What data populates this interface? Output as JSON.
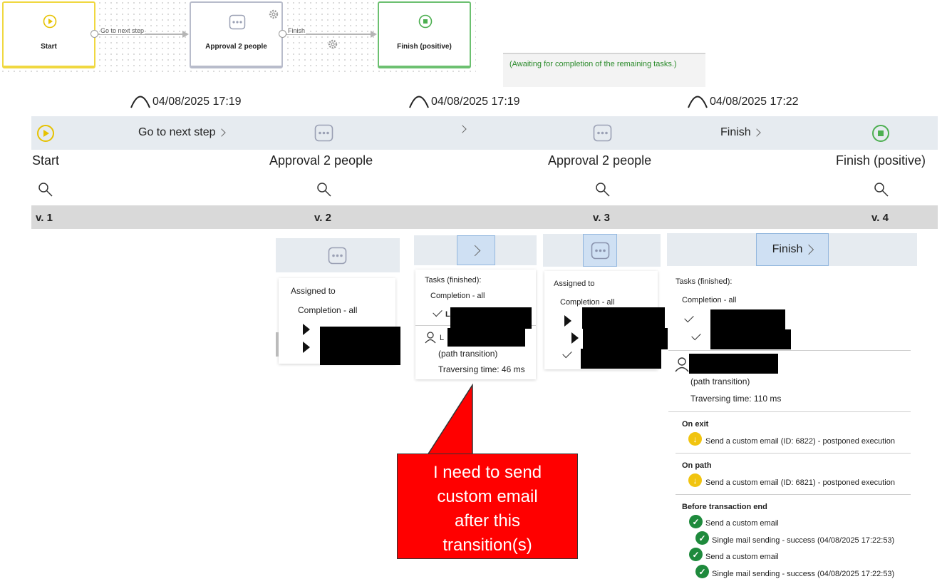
{
  "diagram": {
    "nodes": {
      "start": "Start",
      "approval": "Approval 2 people",
      "finish": "Finish (positive)"
    },
    "connectors": {
      "go_next": "Go to next step",
      "finish": "Finish"
    },
    "colors": {
      "start": "#f0d840",
      "approval": "#b8bccb",
      "finish": "#6cc070"
    }
  },
  "awaiting_message": "(Awaiting for completion of the remaining tasks.)",
  "history": {
    "timestamps": [
      "04/08/2025 17:19",
      "04/08/2025 17:19",
      "04/08/2025 17:22"
    ],
    "transitions": [
      "Go to next step",
      "",
      "Finish"
    ],
    "steps": [
      "Start",
      "Approval 2 people",
      "Approval 2 people",
      "Finish (positive)"
    ],
    "versions": [
      "v. 1",
      "v. 2",
      "v. 3",
      "v. 4"
    ]
  },
  "panel_approval1": {
    "assigned_to": "Assigned to",
    "completion": "Completion - all"
  },
  "panel_trans1": {
    "tasks_finished": "Tasks (finished):",
    "completion": "Completion - all",
    "path_transition": "(path transition)",
    "traversing": "Traversing time: 46 ms"
  },
  "panel_approval2": {
    "assigned_to": "Assigned to",
    "completion": "Completion - all"
  },
  "panel_finish": {
    "button": "Finish",
    "tasks_finished": "Tasks (finished):",
    "completion": "Completion - all",
    "path_transition": "(path transition)",
    "traversing": "Traversing time: 110 ms",
    "on_exit": "On exit",
    "on_exit_item": "Send a custom email (ID: 6822) - postponed execution",
    "on_path": "On path",
    "on_path_item": "Send a custom email (ID: 6821) - postponed execution",
    "before_end": "Before transaction end",
    "actions": [
      {
        "title": "Send a custom email",
        "result": "Single mail sending - success (04/08/2025 17:22:53)"
      },
      {
        "title": "Send a custom email",
        "result": "Single mail sending - success (04/08/2025 17:22:53)"
      }
    ]
  },
  "callout": {
    "lines": [
      "I need to send",
      "custom email",
      "after this",
      "transition(s)"
    ],
    "color": "#ff0000"
  }
}
